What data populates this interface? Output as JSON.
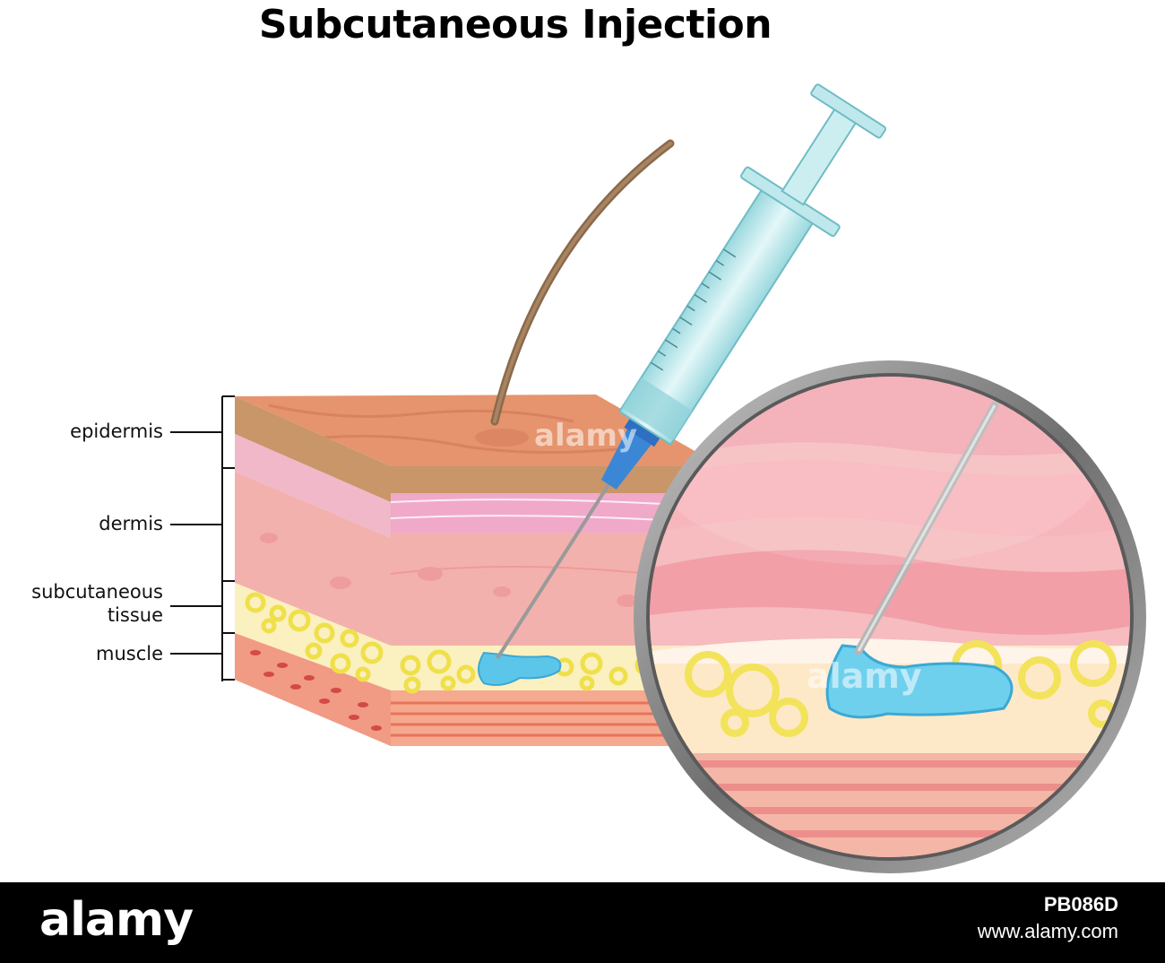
{
  "title": "Subcutaneous Injection",
  "labels": {
    "epidermis": "epidermis",
    "dermis": "dermis",
    "subcutaneous_line1": "subcutaneous",
    "subcutaneous_line2": "tissue",
    "muscle": "muscle"
  },
  "watermark": {
    "logo": "alamy",
    "image_id": "PB086D",
    "site": "www.alamy.com"
  },
  "colors": {
    "epidermis": "#c49a6c",
    "dermis": "#f2a9a6",
    "fat": "#f2e35b",
    "muscle": "#ef8a75",
    "fluid": "#6fd0ee",
    "syringe": "#bfe8ec",
    "lens_ring": "#8a8a8a"
  }
}
